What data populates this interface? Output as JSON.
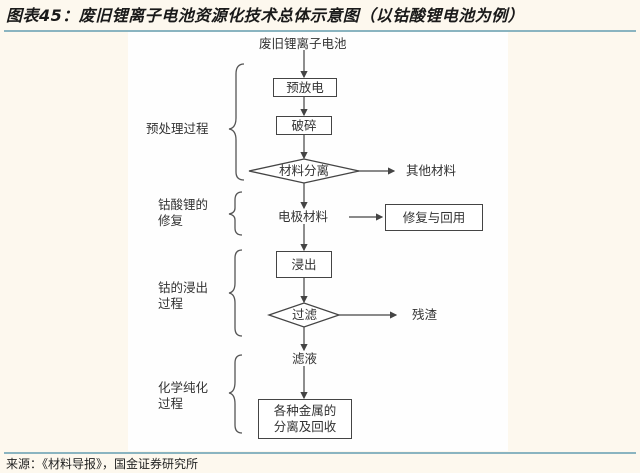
{
  "figure": {
    "title": "图表45：废旧锂离子电池资源化技术总体示意图（以钴酸锂电池为例）",
    "source": "来源：《材料导报》，国金证券研究所"
  },
  "diagram": {
    "start": "废旧锂离子电池",
    "steps": {
      "pre_discharge": "预放电",
      "crushing": "破碎",
      "material_separation": "材料分离",
      "other_materials": "其他材料",
      "electrode_materials": "电极材料",
      "repair_reuse": "修复与回用",
      "leaching": "浸出",
      "filtration": "过滤",
      "residue": "残渣",
      "filtrate": "滤液",
      "metal_recovery_line1": "各种金属的",
      "metal_recovery_line2": "分离及回收"
    },
    "stages": {
      "pretreatment": "预处理过程",
      "licoo2_repair_line1": "钴酸锂的",
      "licoo2_repair_line2": "修复",
      "cobalt_leaching_line1": "钴的浸出",
      "cobalt_leaching_line2": "过程",
      "chemical_purification_line1": "化学纯化",
      "chemical_purification_line2": "过程"
    }
  },
  "colors": {
    "background": "#fdf8ee",
    "panel": "#fefefe",
    "rule": "#8ab4c0",
    "stroke": "#444444"
  }
}
